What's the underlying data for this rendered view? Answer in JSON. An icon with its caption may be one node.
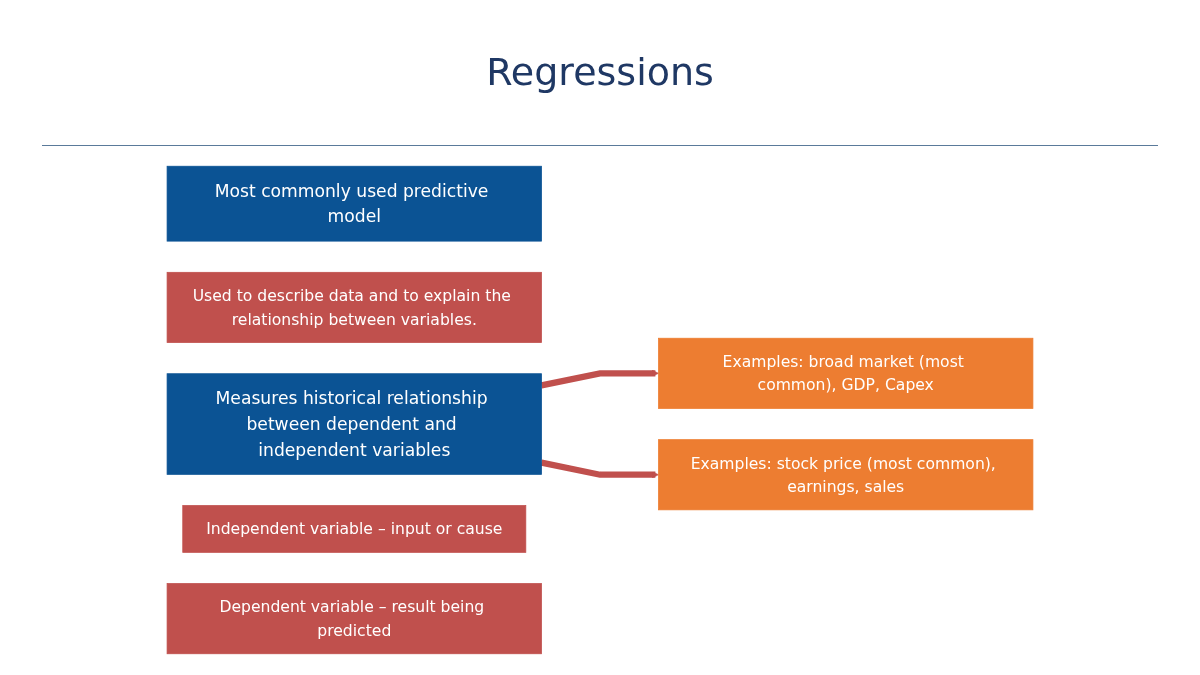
{
  "diagram": {
    "title": "Regressions",
    "nodes": [
      {
        "text": [
          "Most commonly used predictive model"
        ]
      },
      {
        "text": [
          "Used to describe data and to explain the relationship between variables."
        ]
      },
      {
        "text": [
          "Measures historical relationship between dependent and independent variables"
        ]
      },
      {
        "text": [
          "Independent variable – input or cause"
        ]
      },
      {
        "text": [
          "Examples: broad market (most common), GDP, Capex"
        ]
      },
      {
        "text": [
          "Dependent variable – result being predicted"
        ]
      },
      {
        "text": [
          "Examples: stock price (most common), earnings, sales"
        ]
      }
    ],
    "edges": [
      {
        "from": 2,
        "to": 4,
        "arrow": "to"
      },
      {
        "from": 2,
        "to": 6,
        "arrow": "to"
      }
    ]
  }
}
